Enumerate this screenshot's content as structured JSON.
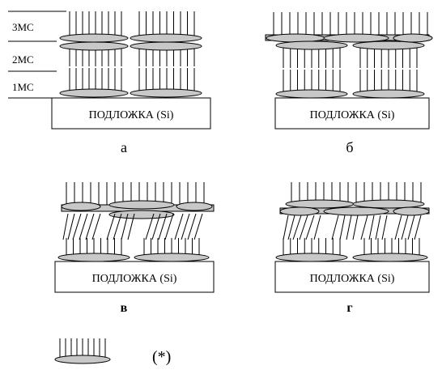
{
  "colors": {
    "line": "#000000",
    "fill": "#c8c8c8",
    "background": "#ffffff"
  },
  "substrate_label": "ПОДЛОЖКА (Si)",
  "layer_labels": [
    "3МС",
    "2МС",
    "1МС"
  ],
  "panel_letters": [
    "а",
    "б",
    "в",
    "г"
  ],
  "legend_text": "(*)"
}
